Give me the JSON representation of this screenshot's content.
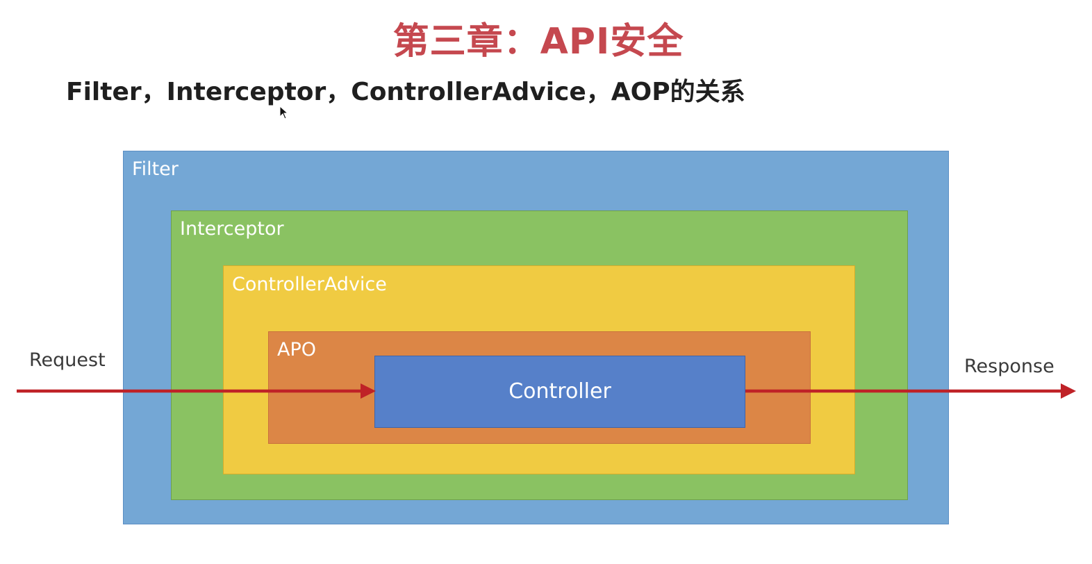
{
  "slide": {
    "title": "第三章：API安全",
    "subtitle": "Filter，Interceptor，ControllerAdvice，AOP的关系"
  },
  "diagram": {
    "layers": [
      {
        "key": "filter",
        "label": "Filter",
        "color": "#74a7d5"
      },
      {
        "key": "interceptor",
        "label": "Interceptor",
        "color": "#8ac262"
      },
      {
        "key": "controller_advice",
        "label": "ControllerAdvice",
        "color": "#f0cb42"
      },
      {
        "key": "apo",
        "label": "APO",
        "color": "#dc8646"
      },
      {
        "key": "controller",
        "label": "Controller",
        "color": "#5680c9"
      }
    ],
    "request_label": "Request",
    "response_label": "Response",
    "arrow_color": "#bf2227"
  }
}
